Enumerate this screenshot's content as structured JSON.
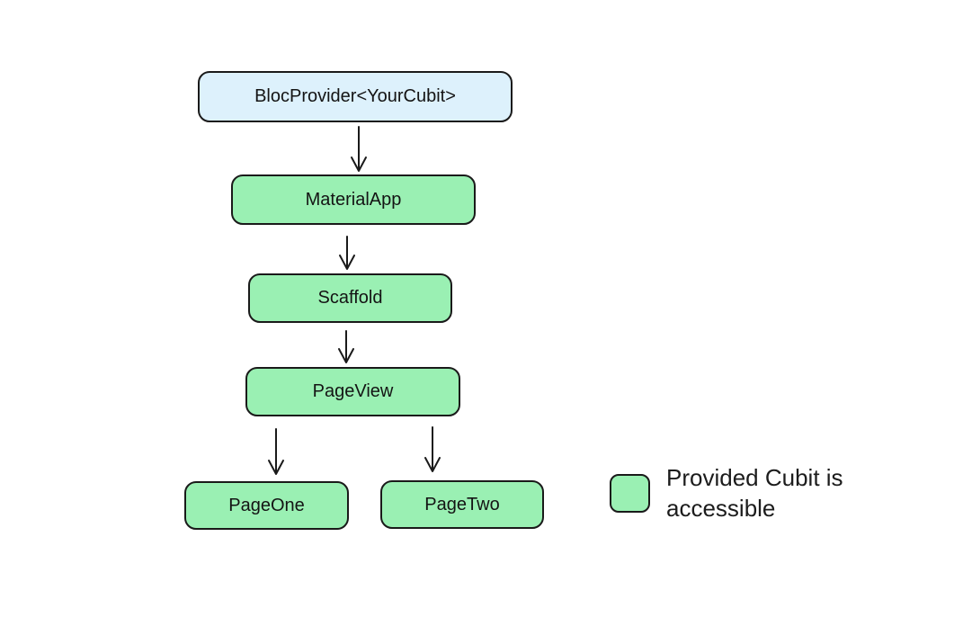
{
  "diagram": {
    "type": "widget-tree-flowchart",
    "background": "#ffffff",
    "nodes": [
      {
        "id": "bloc-provider",
        "label": "BlocProvider<YourCubit>",
        "fill": "#ddf1fc"
      },
      {
        "id": "material-app",
        "label": "MaterialApp",
        "fill": "#9af0b3"
      },
      {
        "id": "scaffold",
        "label": "Scaffold",
        "fill": "#9af0b3"
      },
      {
        "id": "page-view",
        "label": "PageView",
        "fill": "#9af0b3"
      },
      {
        "id": "page-one",
        "label": "PageOne",
        "fill": "#9af0b3"
      },
      {
        "id": "page-two",
        "label": "PageTwo",
        "fill": "#9af0b3"
      }
    ],
    "edges": [
      {
        "from": "bloc-provider",
        "to": "material-app"
      },
      {
        "from": "material-app",
        "to": "scaffold"
      },
      {
        "from": "scaffold",
        "to": "page-view"
      },
      {
        "from": "page-view",
        "to": "page-one"
      },
      {
        "from": "page-view",
        "to": "page-two"
      }
    ],
    "legend": {
      "swatch_color": "#9af0b3",
      "label": "Provided Cubit is accessible"
    },
    "colors": {
      "node_border": "#1a1a1a",
      "arrow": "#1a1a1a",
      "provider_fill": "#ddf1fc",
      "accessible_fill": "#9af0b3",
      "background": "#ffffff"
    }
  }
}
